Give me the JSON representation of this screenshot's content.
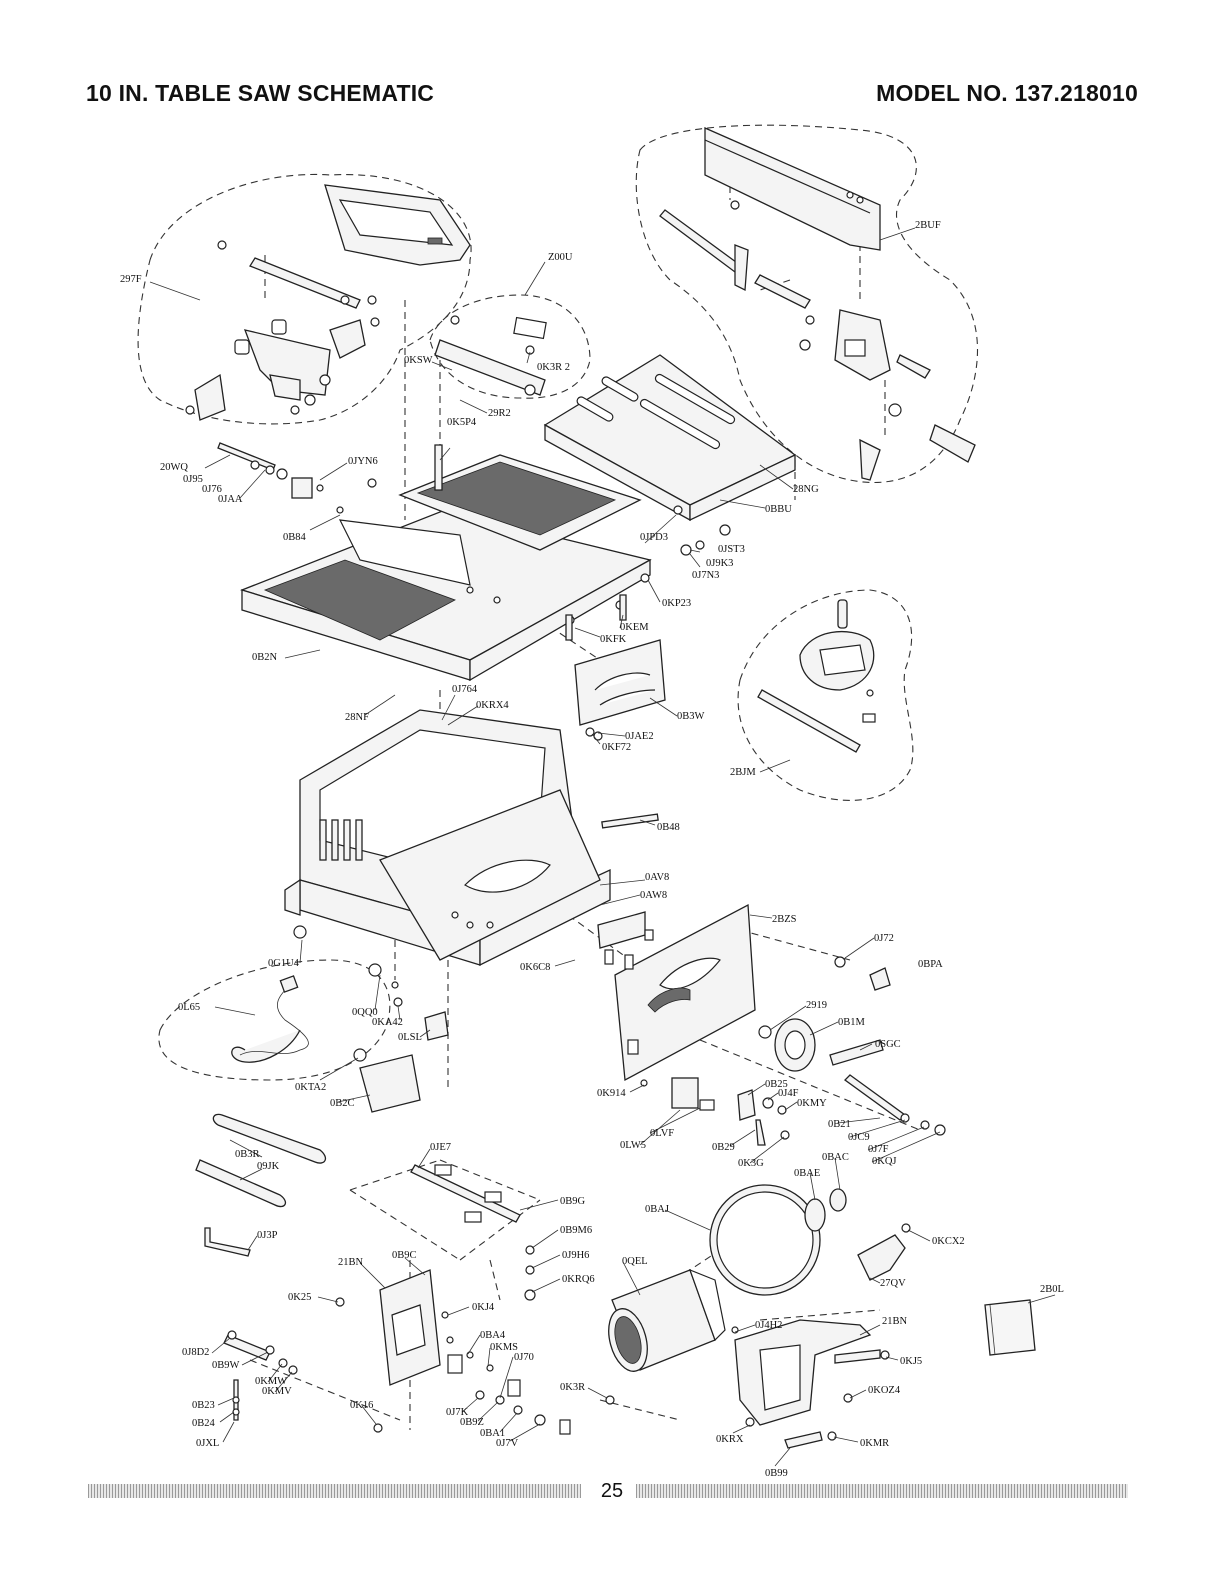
{
  "header": {
    "title": "10 IN. TABLE SAW SCHEMATIC",
    "model": "MODEL NO. 137.218010"
  },
  "footer": {
    "page_number": "25"
  },
  "labels": {
    "l297F": "297F",
    "lZ00U": "Z00U",
    "l2BUF": "2BUF",
    "l0KSW": "0KSW",
    "l0K3R2": "0K3R 2",
    "l29R2": "29R2",
    "l0K5P4": "0K5P4",
    "l20WQ": "20WQ",
    "l0J95": "0J95",
    "l0J76": "0J76",
    "l0JAA": "0JAA",
    "l0JYN6": "0JYN6",
    "l0B84": "0B84",
    "l28NG": "28NG",
    "l0BBU": "0BBU",
    "l0JPD3": "0JPD3",
    "l0JST3": "0JST3",
    "l0J9K3": "0J9K3",
    "l0J7N3": "0J7N3",
    "l0KP23": "0KP23",
    "l0KFK": "0KFK",
    "l0KEM": "0KEM",
    "l0B2N": "0B2N",
    "l28NF": "28NF",
    "l0J764": "0J764",
    "l0KRX4": "0KRX4",
    "l0B3W": "0B3W",
    "l0JAE2": "0JAE2",
    "l0KF72": "0KF72",
    "l2BJM": "2BJM",
    "l0B48": "0B48",
    "l0AV8": "0AV8",
    "l0AW8": "0AW8",
    "l2BZS": "2BZS",
    "l0J72": "0J72",
    "l0BPA": "0BPA",
    "l0G1U4": "0G1U4",
    "l0K6C8": "0K6C8",
    "l0L65": "0L65",
    "l0QQ0": "0QQ0",
    "l0KA42": "0KA42",
    "l0LSL": "0LSL",
    "l2919": "2919",
    "l0B1M": "0B1M",
    "l0SGC": "0SGC",
    "l0KTA2": "0KTA2",
    "l0B2C": "0B2C",
    "l0K914": "0K914",
    "l0B25": "0B25",
    "l0J4F": "0J4F",
    "l0KMY": "0KMY",
    "l0LW5": "0LW5",
    "l0LVF": "0LVF",
    "l0B29": "0B29",
    "l0K3G": "0K3G",
    "l0B21": "0B21",
    "l0JC9": "0JC9",
    "l0J7F": "0J7F",
    "l0KQJ": "0KQJ",
    "l0B3R": "0B3R",
    "l09JK": "09JK",
    "l0JE7": "0JE7",
    "l0BAC": "0BAC",
    "l0BAE": "0BAE",
    "l0B9G": "0B9G",
    "l0B9M6": "0B9M6",
    "l0J9H6": "0J9H6",
    "l0KRQ6": "0KRQ6",
    "l0BAJ": "0BAJ",
    "l0KCX2": "0KCX2",
    "l0J3P": "0J3P",
    "l21BN_a": "21BN",
    "l0B9C": "0B9C",
    "l0QEL": "0QEL",
    "l27QV": "27QV",
    "l2B0L": "2B0L",
    "l0K25": "0K25",
    "l0KJ4": "0KJ4",
    "l0BA4": "0BA4",
    "l0KMS": "0KMS",
    "l0J70": "0J70",
    "l0J8D2": "0J8D2",
    "l0B9W": "0B9W",
    "l0KMW": "0KMW",
    "l0KMV": "0KMV",
    "l0K3R": "0K3R",
    "l0J4H2": "0J4H2",
    "l21BN_b": "21BN",
    "l0KJ5": "0KJ5",
    "l0B23": "0B23",
    "l0B24": "0B24",
    "l0JXL": "0JXL",
    "l0K16": "0K16",
    "l0J7K": "0J7K",
    "l0B9Z": "0B9Z",
    "l0BA1": "0BA1",
    "l0J7V": "0J7V",
    "l0KOZ4": "0KOZ4",
    "l0KRX": "0KRX",
    "l0KMR": "0KMR",
    "l0B99": "0B99"
  }
}
